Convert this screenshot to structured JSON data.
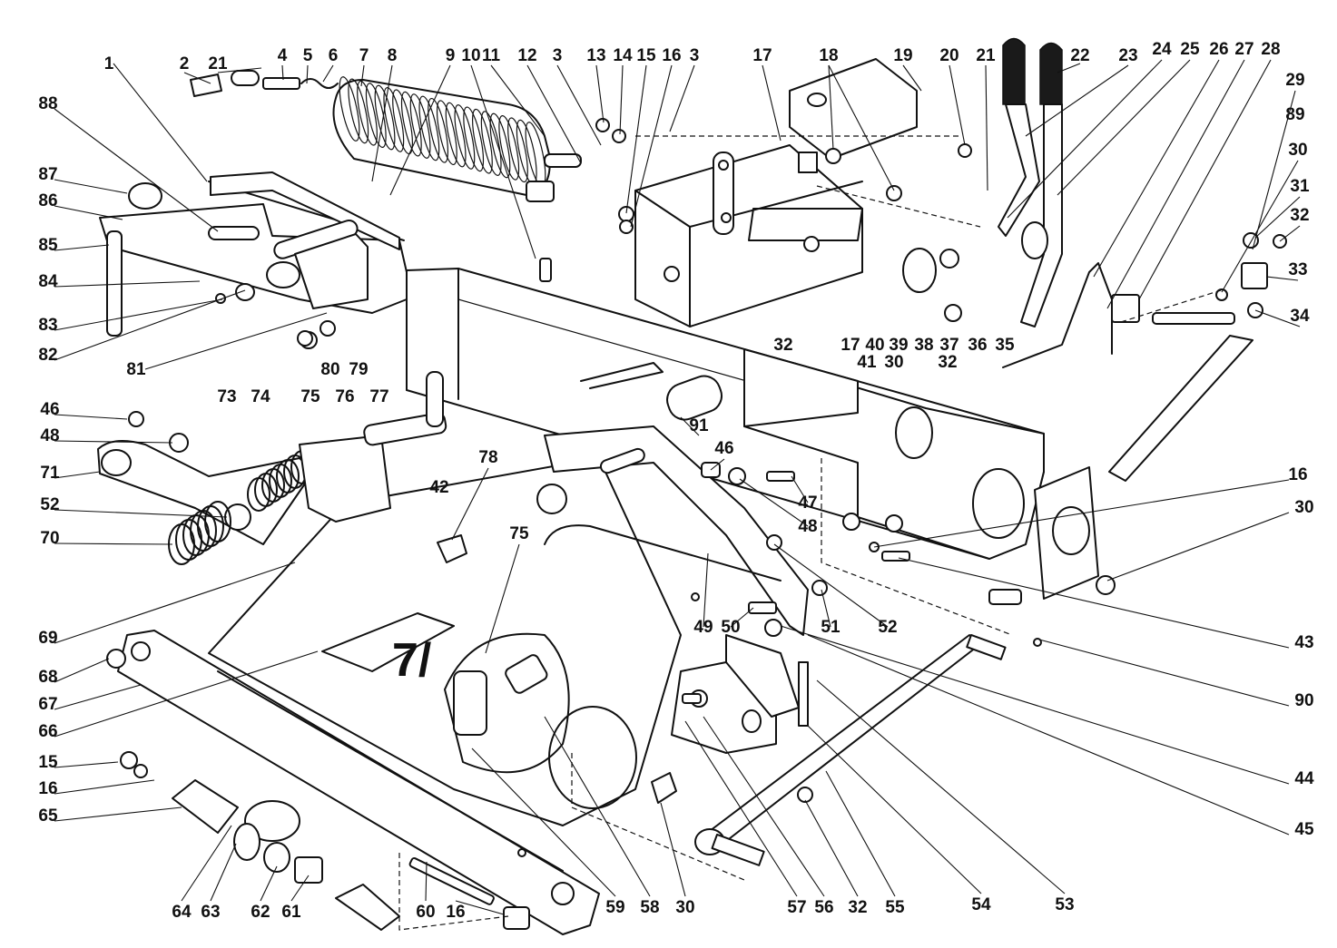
{
  "part_numbers": [
    "1",
    "2",
    "3",
    "4",
    "5",
    "6",
    "7",
    "8",
    "9",
    "10",
    "11",
    "12",
    "13",
    "14",
    "15",
    "16",
    "17",
    "18",
    "19",
    "20",
    "21",
    "22",
    "23",
    "24",
    "25",
    "26",
    "27",
    "28",
    "29",
    "30",
    "31",
    "32",
    "33",
    "34",
    "35",
    "36",
    "37",
    "38",
    "39",
    "40",
    "41",
    "42",
    "43",
    "44",
    "45",
    "46",
    "47",
    "48",
    "49",
    "50",
    "51",
    "52",
    "53",
    "54",
    "55",
    "56",
    "57",
    "58",
    "59",
    "60",
    "61",
    "62",
    "63",
    "64",
    "65",
    "66",
    "67",
    "68",
    "69",
    "70",
    "71",
    "73",
    "74",
    "75",
    "76",
    "77",
    "78",
    "79",
    "80",
    "81",
    "82",
    "83",
    "84",
    "85",
    "86",
    "87",
    "88",
    "89",
    "90",
    "91"
  ],
  "decal_text": "7/",
  "colors": {
    "ink": "#111111",
    "paper": "#ffffff"
  }
}
